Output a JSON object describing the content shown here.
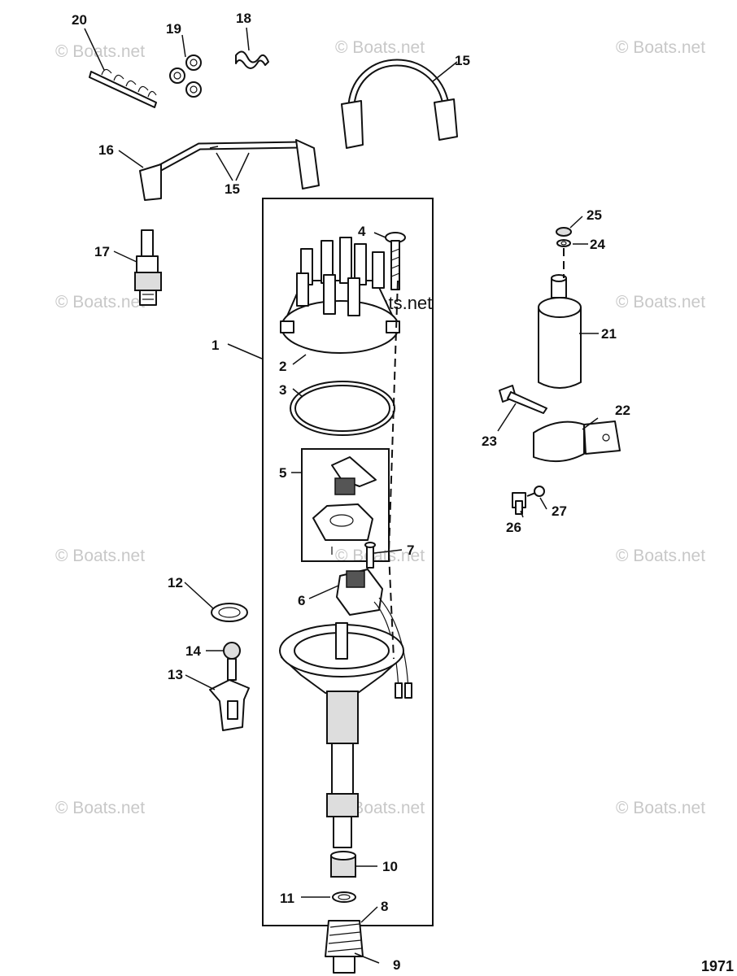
{
  "watermark": "© Boats.net",
  "figure_number": "1971",
  "callouts": {
    "c1": "1",
    "c2": "2",
    "c3": "3",
    "c4": "4",
    "c5": "5",
    "c6": "6",
    "c7": "7",
    "c8": "8",
    "c9": "9",
    "c10": "10",
    "c11": "11",
    "c12": "12",
    "c13": "13",
    "c14": "14",
    "c15a": "15",
    "c15b": "15",
    "c16": "16",
    "c17": "17",
    "c18": "18",
    "c19": "19",
    "c20": "20",
    "c21": "21",
    "c22": "22",
    "c23": "23",
    "c24": "24",
    "c25": "25",
    "c26": "26",
    "c27": "27"
  }
}
